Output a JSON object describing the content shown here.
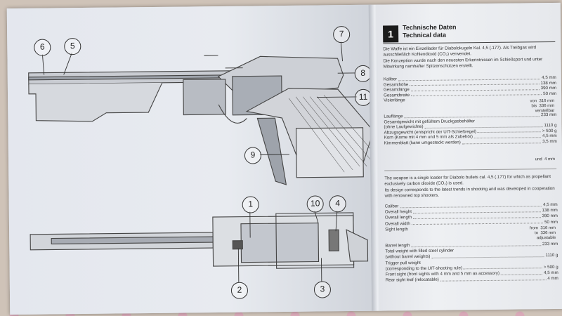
{
  "left_page": {
    "callouts": [
      "6",
      "5",
      "7",
      "8",
      "11",
      "9",
      "1",
      "10",
      "4",
      "2",
      "3"
    ]
  },
  "right_page": {
    "section_number": "1",
    "title_de": "Technische Daten",
    "title_en": "Technical data",
    "intro_de_1": "Die Waffe ist ein Einzellader für Diabolokugeln Kal. 4,5 (.177). Als Treibgas wird ausschließlich Kohlendioxid (CO₂) verwendet.",
    "intro_de_2": "Die Konzeption wurde nach den neuesten Erkenntnissen im Schießsport und unter Mitwirkung namhafter Spitzenschützen erstellt.",
    "specs_de": [
      {
        "label": "Kaliber",
        "value": "4,5 mm"
      },
      {
        "label": "Gesamthöhe",
        "value": "138 mm"
      },
      {
        "label": "Gesamtlänge",
        "value": "390 mm"
      },
      {
        "label": "Gesamtbreite",
        "value": "50 mm"
      },
      {
        "label": "Visierlänge",
        "value": ""
      },
      {
        "label": "Lauflänge",
        "value": "233 mm"
      },
      {
        "label": "Gesamtgewicht mit gefülltem Druckgasbehälter",
        "value": ""
      },
      {
        "label": "(ohne Laufgewichte)",
        "value": "1110 g"
      },
      {
        "label": "Abzugsgewicht (entspricht der UIT-Schießregel)",
        "value": "> 500 g"
      },
      {
        "label": "Korn (Korne mit 4 mm und 5 mm als Zubehör)",
        "value": "4,5 mm"
      },
      {
        "label": "Kimmenblatt (kann umgesteckt werden)",
        "value": "3,5 mm"
      }
    ],
    "visier_de": {
      "von": "von",
      "from_val": "316 mm",
      "bis": "bis",
      "to_val": "336 mm",
      "note": "verstellbar"
    },
    "kimme_und": {
      "und": "und",
      "val": "4 mm"
    },
    "intro_en_1": "The weapon is a single loader for Diabolo bullets cal. 4,5 (.177) for which as propellant exclusively carbon dioxide (CO₂) is used.",
    "intro_en_2": "Its design corresponds to the latest trends in shooting and was developed in cooperation with renowned top shooters.",
    "specs_en": [
      {
        "label": "Caliber",
        "value": "4,5 mm"
      },
      {
        "label": "Overall height",
        "value": "138 mm"
      },
      {
        "label": "Overall length",
        "value": "390 mm"
      },
      {
        "label": "Overall width",
        "value": "50 mm"
      },
      {
        "label": "Sight length",
        "value": ""
      },
      {
        "label": "Barrel length",
        "value": "233 mm"
      },
      {
        "label": "Total weight with filled steel cylinder",
        "value": ""
      },
      {
        "label": "(without barrel weights)",
        "value": "1110 g"
      },
      {
        "label": "Trigger pull weight",
        "value": ""
      },
      {
        "label": "(corresponding to the UIT-shooting rule)",
        "value": "> 500 g"
      },
      {
        "label": "Front sight (front sights with 4 mm and 5 mm as accessory)",
        "value": "4,5 mm"
      },
      {
        "label": "Rear sight leaf (relocatable)",
        "value": "4 mm"
      }
    ],
    "sight_en": {
      "from": "from",
      "from_val": "316 mm",
      "to": "to",
      "to_val": "336 mm",
      "note": "adjustable"
    }
  }
}
